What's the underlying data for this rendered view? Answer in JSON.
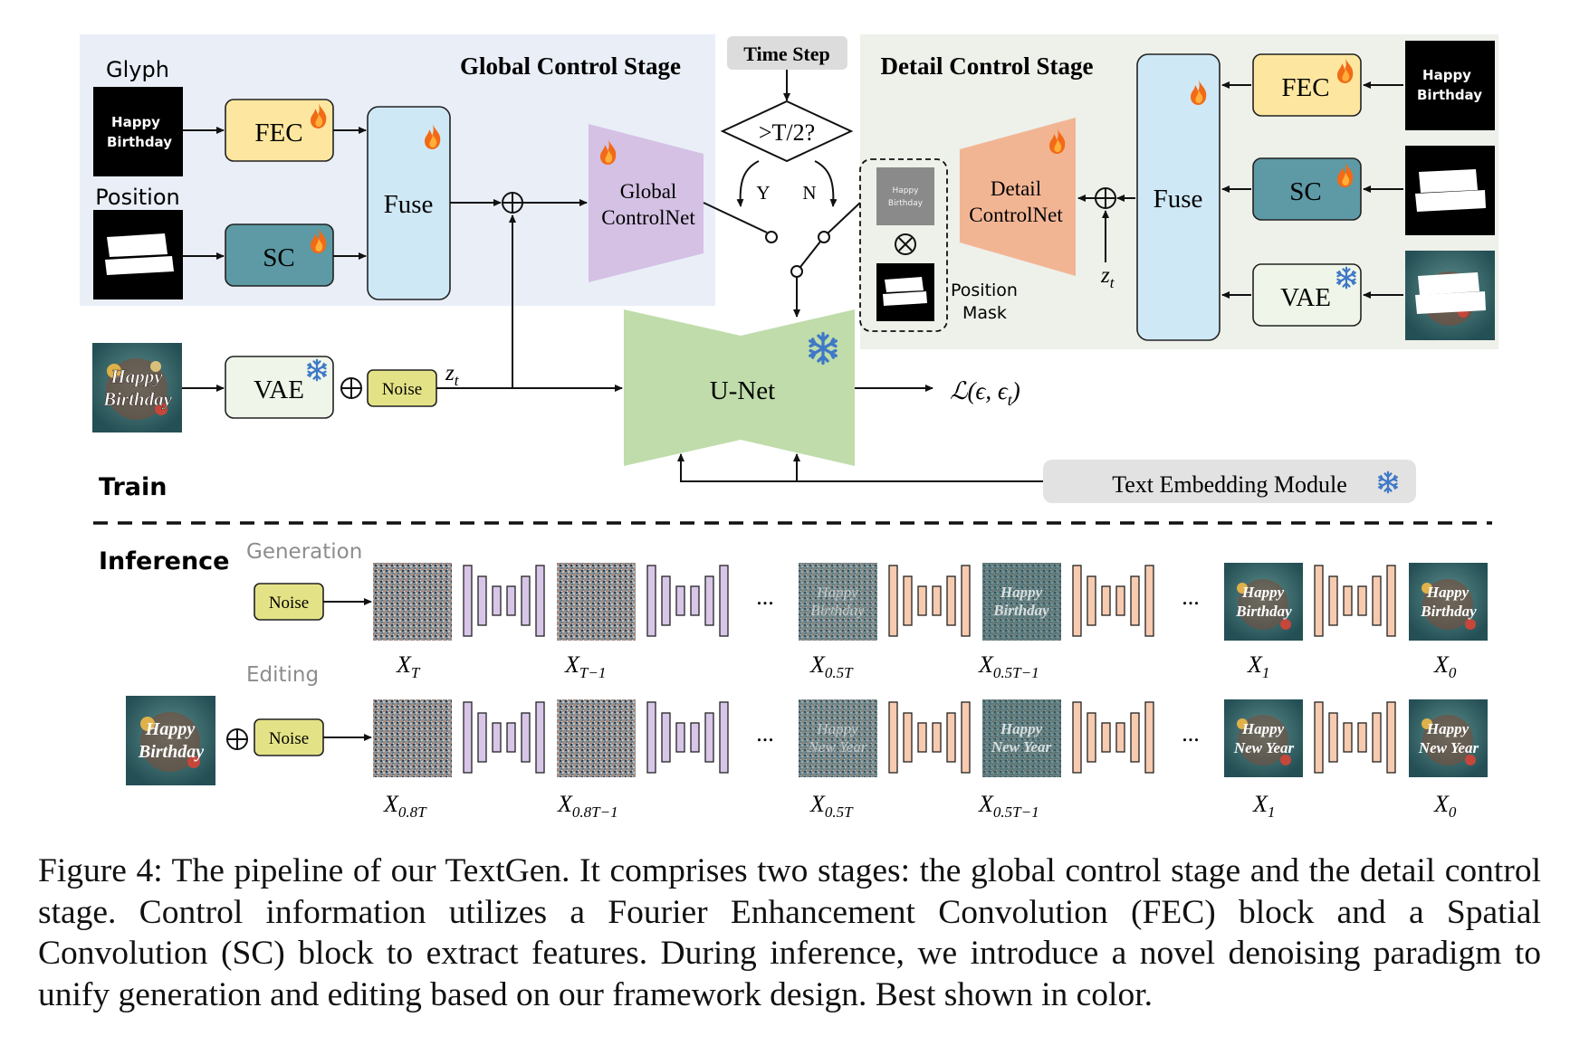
{
  "train": {
    "section_label": "Train",
    "global_stage": {
      "title": "Global Control Stage",
      "glyph_label": "Glyph",
      "position_label": "Position",
      "glyph_text": [
        "Happy",
        "Birthday"
      ],
      "fec_label": "FEC",
      "sc_label": "SC",
      "fuse_label": "Fuse",
      "controlnet_label": [
        "Global",
        "ControlNet"
      ]
    },
    "time_step": {
      "label": "Time Step",
      "condition": ">T/2?",
      "yes_label": "Y",
      "no_label": "N"
    },
    "detail_stage": {
      "title": "Detail Control Stage",
      "glyph_text": [
        "Happy",
        "Birthday"
      ],
      "mask_glyph_text": [
        "Happy",
        "Birthday"
      ],
      "fec_label": "FEC",
      "sc_label": "SC",
      "vae_label": "VAE",
      "fuse_label": "Fuse",
      "controlnet_label": [
        "Detail",
        "ControlNet"
      ],
      "position_mask_label": [
        "Position",
        "Mask"
      ],
      "zt_label": "z",
      "zt_sub": "t"
    },
    "image_text": [
      "Happy",
      "Birthday"
    ],
    "vae_label": "VAE",
    "noise_label": "Noise",
    "zt_label": "z",
    "zt_sub": "t",
    "unet_label": "U-Net",
    "loss_label": "ℒ(ϵ, ϵ",
    "loss_sub": "t",
    "loss_close": ")",
    "text_embedding_label": "Text Embedding Module"
  },
  "inference": {
    "section_label": "Inference",
    "generation_label": "Generation",
    "editing_label": "Editing",
    "noise_label": "Noise",
    "ellipsis": "...",
    "generation_row": {
      "frame_labels": [
        {
          "main": "X",
          "sub": "T"
        },
        {
          "main": "X",
          "sub": "T−1"
        },
        {
          "main": "X",
          "sub": "0.5T"
        },
        {
          "main": "X",
          "sub": "0.5T−1"
        },
        {
          "main": "X",
          "sub": "1"
        },
        {
          "main": "X",
          "sub": "0"
        }
      ],
      "frame_text": [
        "Happy",
        "Birthday"
      ]
    },
    "editing_row": {
      "source_text": [
        "Happy",
        "Birthday"
      ],
      "frame_labels": [
        {
          "main": "X",
          "sub": "0.8T"
        },
        {
          "main": "X",
          "sub": "0.8T−1"
        },
        {
          "main": "X",
          "sub": "0.5T"
        },
        {
          "main": "X",
          "sub": "0.5T−1"
        },
        {
          "main": "X",
          "sub": "1"
        },
        {
          "main": "X",
          "sub": "0"
        }
      ],
      "frame_text": [
        "Happy",
        "New Year"
      ]
    }
  },
  "colors": {
    "global_bg": "#e9eef7",
    "detail_bg": "#eef0ea",
    "fec": "#fde7a0",
    "sc": "#5d9aa5",
    "fuse": "#cfe8f6",
    "vae": "#eff6e9",
    "noise": "#e4e286",
    "global_controlnet": "#d4c1e4",
    "detail_controlnet": "#f2b594",
    "unet": "#bfdcaa",
    "time_step_box": "#dcdcdc",
    "text_embed_box": "#e2e2e2",
    "snowflake": "#3f78c7",
    "fire": "#f26a16",
    "purple_block": "#d8c6e8",
    "orange_block": "#f7cbb0"
  },
  "caption": "Figure 4: The pipeline of our TextGen. It comprises two stages: the global control stage and the detail control stage. Control information utilizes a Fourier Enhancement Convolution (FEC) block and a Spatial Convolution (SC) block to extract features. During inference, we introduce a novel denoising paradigm to unify generation and editing based on our framework design. Best shown in color."
}
